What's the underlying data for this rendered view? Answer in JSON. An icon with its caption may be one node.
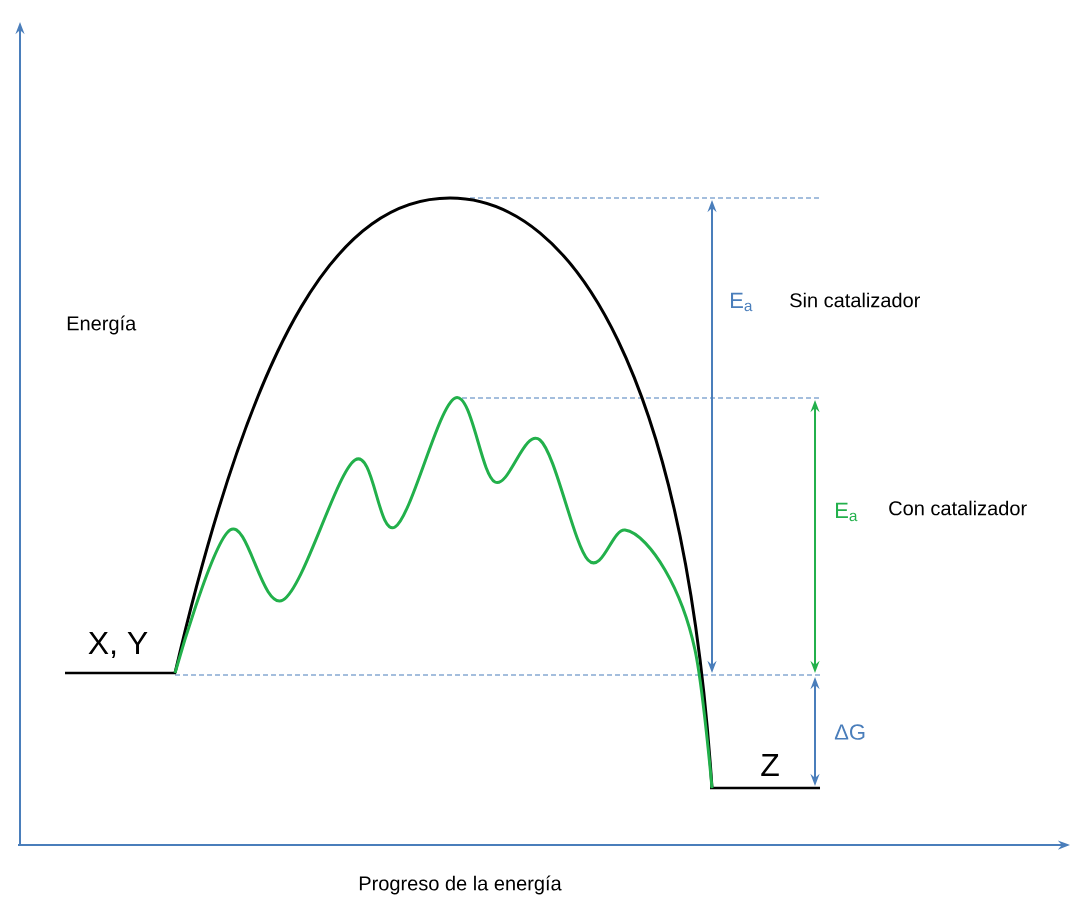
{
  "diagram": {
    "labels": [
      "Energía",
      "E$_{a}$",
      "Sin catalizador",
      "E$_{a}$",
      "Con catalizador",
      "X, Y",
      "ΔG",
      "Z",
      "Progreso de la energía"
    ]
  }
}
